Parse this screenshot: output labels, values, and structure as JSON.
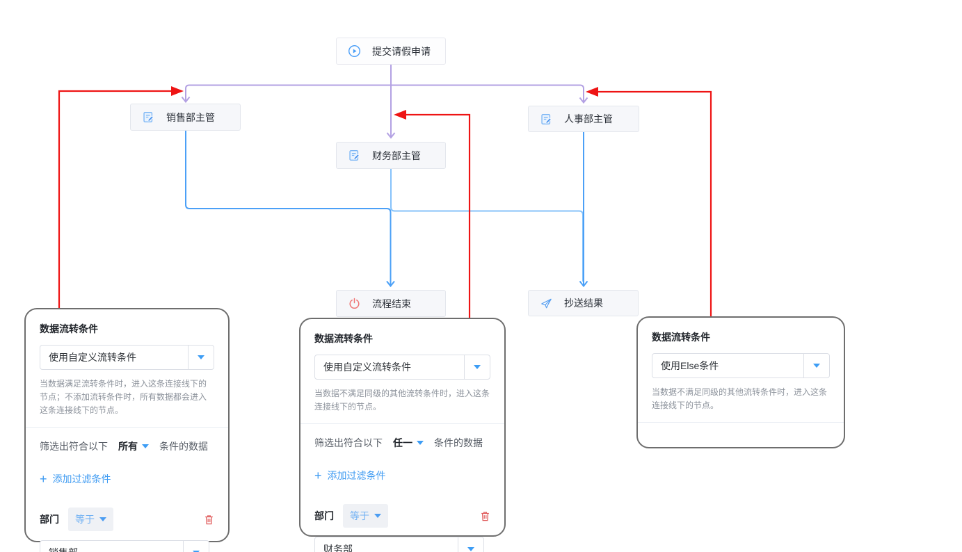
{
  "flow": {
    "nodes": [
      {
        "id": "start",
        "label": "提交请假申请",
        "icon": "play-circle-icon"
      },
      {
        "id": "sales",
        "label": "销售部主管",
        "icon": "edit-doc-icon"
      },
      {
        "id": "hr",
        "label": "人事部主管",
        "icon": "edit-doc-icon"
      },
      {
        "id": "finance",
        "label": "财务部主管",
        "icon": "edit-doc-icon"
      },
      {
        "id": "end",
        "label": "流程结束",
        "icon": "power-icon"
      },
      {
        "id": "cc",
        "label": "抄送结果",
        "icon": "send-plane-icon"
      }
    ]
  },
  "panels": [
    {
      "title": "数据流转条件",
      "condition_select": {
        "value": "使用自定义流转条件"
      },
      "description": "当数据满足流转条件时，进入这条连接线下的节点；不添加流转条件时，所有数据都会进入这条连接线下的节点。",
      "filter": {
        "prefix": "筛选出符合以下",
        "mode": "所有",
        "suffix": "条件的数据"
      },
      "add_filter": {
        "plus": "+",
        "label": "添加过滤条件"
      },
      "condition_row": {
        "field": "部门",
        "operator": "等于"
      },
      "value_select": {
        "value": "销售部"
      }
    },
    {
      "title": "数据流转条件",
      "condition_select": {
        "value": "使用自定义流转条件"
      },
      "description": "当数据不满足同级的其他流转条件时，进入这条连接线下的节点。",
      "filter": {
        "prefix": "筛选出符合以下",
        "mode": "任一",
        "suffix": "条件的数据"
      },
      "add_filter": {
        "plus": "+",
        "label": "添加过滤条件"
      },
      "condition_row": {
        "field": "部门",
        "operator": "等于"
      },
      "value_select": {
        "value": "财务部"
      }
    },
    {
      "title": "数据流转条件",
      "condition_select": {
        "value": "使用Else条件"
      },
      "description": "当数据不满足同级的其他流转条件时，进入这条连接线下的节点。"
    }
  ],
  "colors": {
    "purple_line": "#b3a1e3",
    "red_line": "#ee1414",
    "blue_line": "#4ba0f7",
    "blue_line_light": "#85c2fa",
    "accent_blue": "#3d9df5",
    "danger_red": "#e05a5a",
    "node_icon_blue": "#4a9ef8",
    "power_icon_red": "#ef7575"
  }
}
